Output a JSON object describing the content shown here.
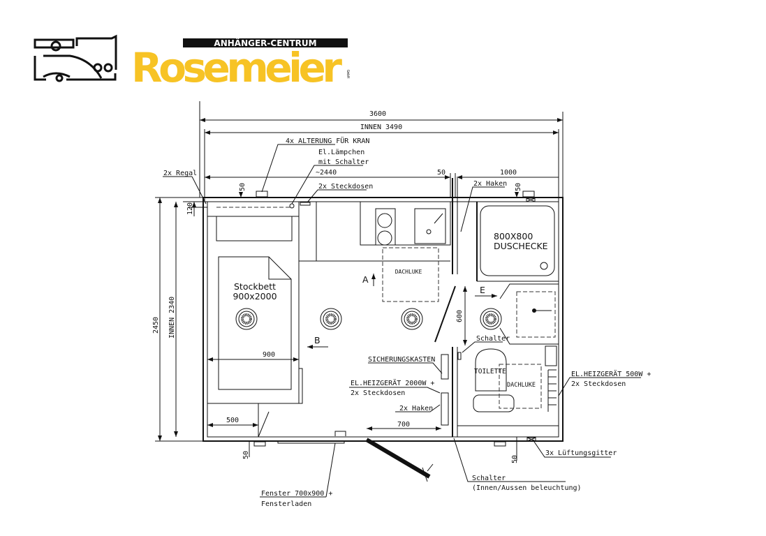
{
  "logo": {
    "tagline": "ANHÄNGER-CENTRUM",
    "name": "Rosemeier",
    "suffix": "GmbH",
    "brand_color": "#f7c325"
  },
  "dimensions": {
    "overall_length": "3600",
    "inner_length": "INNEN 3490",
    "approx_length": "~2440",
    "partition_gap": "50",
    "bathroom_width": "1000",
    "overall_width": "2450",
    "inner_width": "INNEN 2340",
    "offset_top_left": "50",
    "offset_top_right": "50",
    "offset_bottom_left": "50",
    "offset_bottom_right": "50",
    "shelf_depth": "120",
    "bed_width": "900",
    "corner_width": "500",
    "door_width": "700",
    "wall_length": "600"
  },
  "labels": {
    "crane": "4x ALTERUNG FÜR KRAN",
    "lamp_1": "El.Lämpchen",
    "lamp_2": "mit Schalter",
    "sockets_top": "2x Steckdosen",
    "shelf": "2x Regal",
    "hooks_top": "2x Haken",
    "bed_1": "Stockbett",
    "bed_2": "900x2000",
    "roof_hatch_kitchen": "DACHLUKE",
    "view_a": "A",
    "view_b": "B",
    "view_e": "E",
    "shower_1": "800X800",
    "shower_2": "DUSCHECKE",
    "switch_wc": "Schalter",
    "fuse_box": "SICHERUNGSKASTEN",
    "toilet": "TOILETTE",
    "roof_hatch_wc": "DACHLUKE",
    "heater_main_1": "EL.HEIZGERÄT 2000W +",
    "heater_main_2": "2x Steckdosen",
    "hooks_bottom": "2x Haken",
    "heater_wc_1": "EL.HEIZGERÄT 500W +",
    "heater_wc_2": "2x Steckdosen",
    "vents": "3x Lüftungsgitter",
    "switch_door_1": "Schalter",
    "switch_door_2": "(Innen/Aussen beleuchtung)",
    "window_1": "Fenster 700x900 +",
    "window_2": "Fensterladen"
  }
}
